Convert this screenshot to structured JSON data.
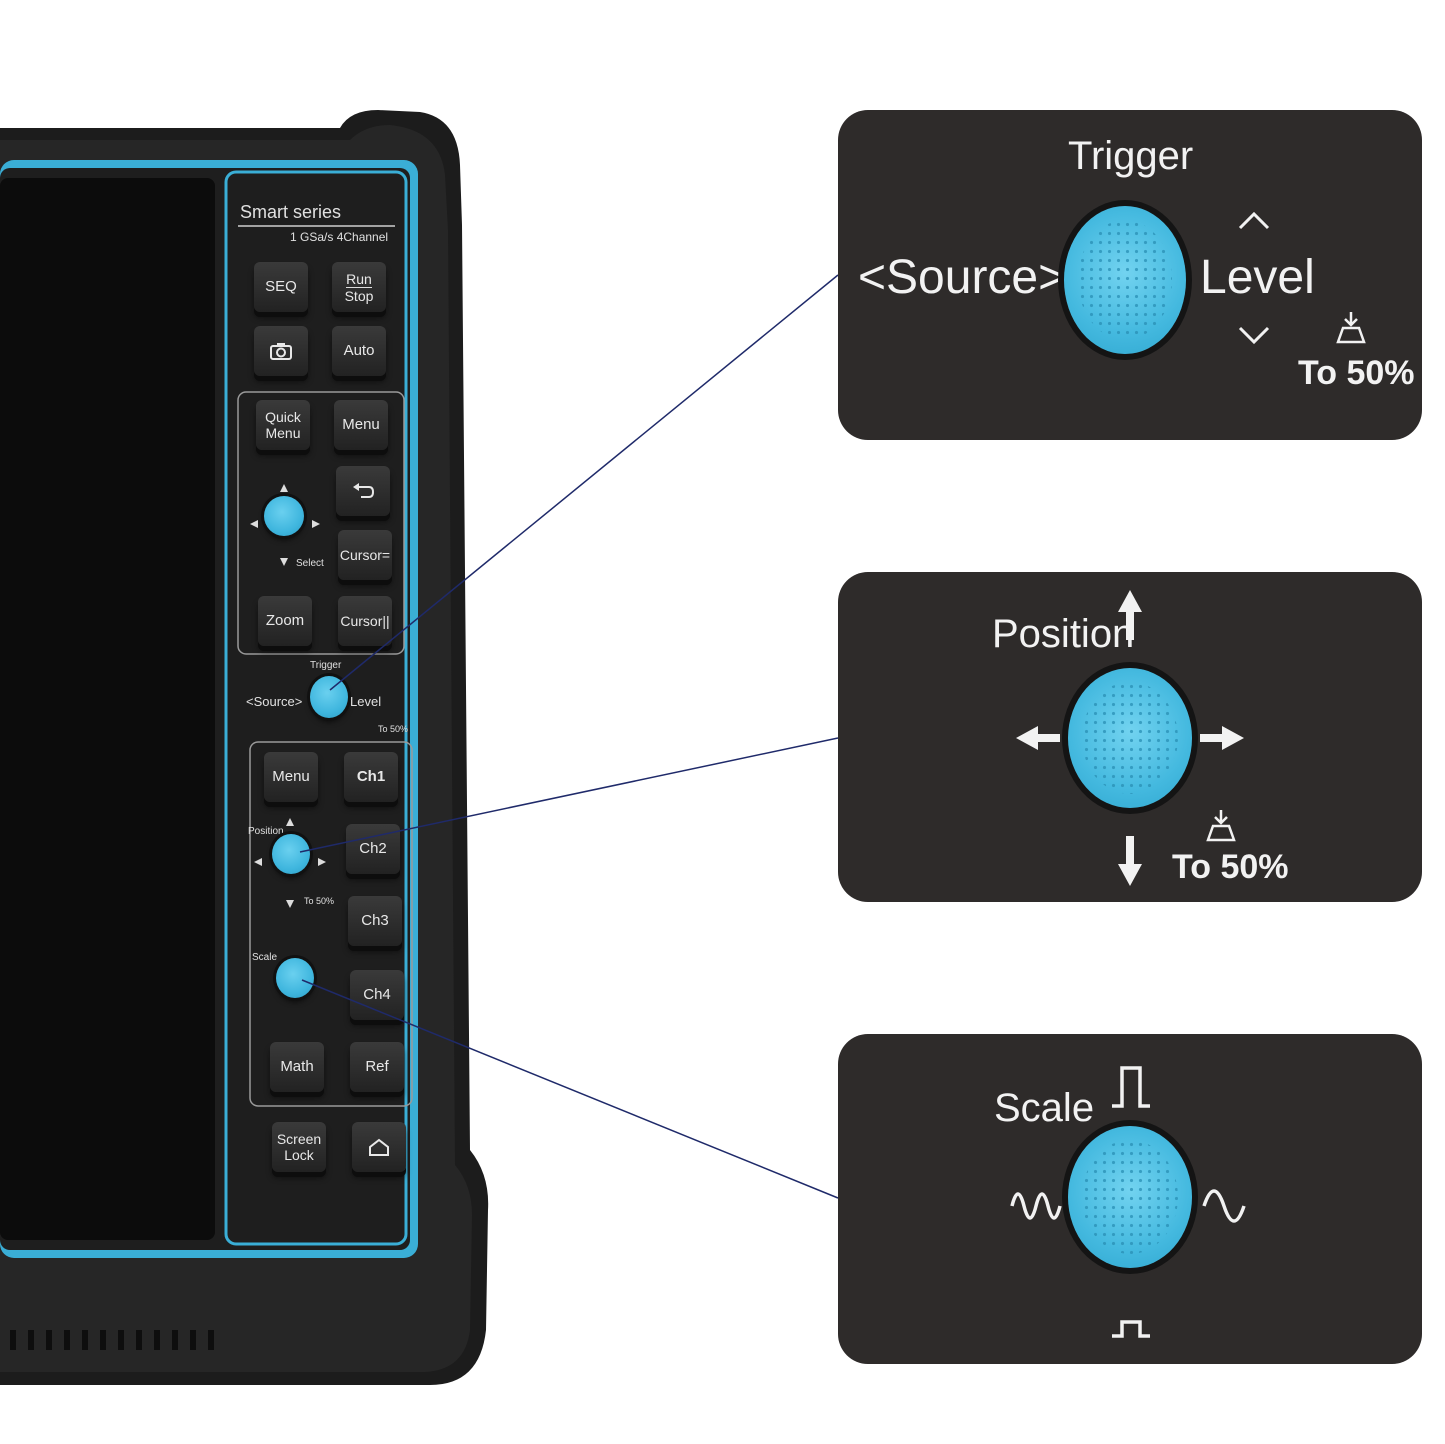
{
  "device": {
    "series_title": "Smart series",
    "series_subtitle": "1 GSa/s 4Channel"
  },
  "buttons": {
    "seq": "SEQ",
    "run": "Run",
    "stop": "Stop",
    "auto": "Auto",
    "quick_menu": "Quick Menu",
    "menu_top": "Menu",
    "cursor_h": "Cursor=",
    "zoom": "Zoom",
    "cursor_v": "Cursor||",
    "menu_ch": "Menu",
    "ch1": "Ch1",
    "ch2": "Ch2",
    "ch3": "Ch3",
    "ch4": "Ch4",
    "math": "Math",
    "ref": "Ref",
    "screen_lock": "Screen Lock"
  },
  "knob_labels": {
    "select": "Select",
    "trigger": "Trigger",
    "source": "<Source>",
    "level": "Level",
    "to50": "To 50%",
    "position": "Position",
    "to50_pos": "To 50%",
    "scale": "Scale"
  },
  "callouts": {
    "trigger": {
      "title": "Trigger",
      "source": "<Source>",
      "level": "Level",
      "to50": "To 50%"
    },
    "position": {
      "title": "Position",
      "to50": "To 50%"
    },
    "scale": {
      "title": "Scale"
    }
  },
  "colors": {
    "accent_blue": "#3fb6de",
    "device_black": "#1b1b1b",
    "panel_dark": "#2e2b2a"
  },
  "icons": [
    "camera-icon",
    "back-arrow-icon",
    "home-icon",
    "arrow-up-icon",
    "arrow-down-icon",
    "arrow-left-icon",
    "arrow-right-icon",
    "sine-wave-icon",
    "pulse-icon"
  ]
}
